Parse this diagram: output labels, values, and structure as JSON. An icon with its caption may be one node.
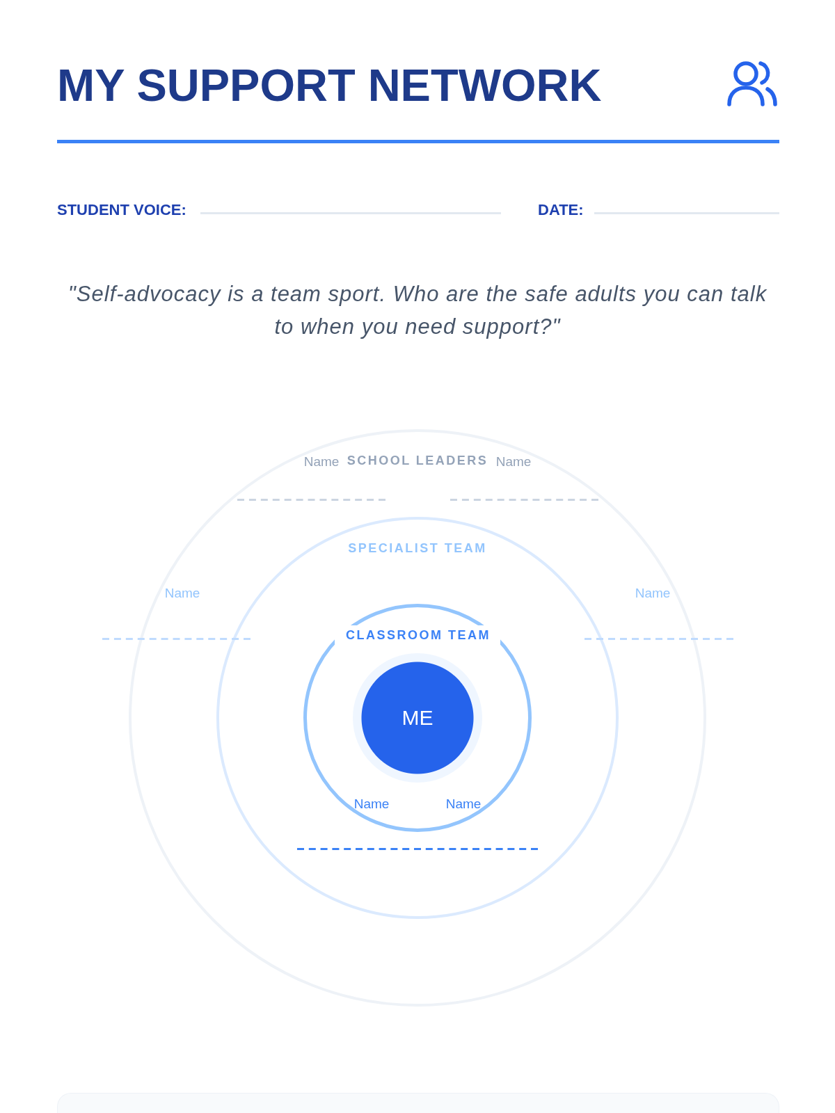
{
  "diagram": {
    "title": "MY SUPPORT NETWORK",
    "nodes": [
      {
        "text": [
          "SCHOOL LEADERS"
        ]
      },
      {
        "text": [
          "SPECIALIST TEAM"
        ],
        "in": 0
      },
      {
        "text": [
          "CLASSROOM TEAM"
        ],
        "in": 1
      },
      {
        "text": [
          "ME"
        ],
        "in": 2
      }
    ],
    "labels": [
      "STUDENT VOICE:",
      "DATE:",
      "\"Self-advocacy is a team sport. Who are the safe adults you can talk to when you need support?\"",
      "Name",
      "Name",
      "Name",
      "Name",
      "Name",
      "Name"
    ]
  }
}
